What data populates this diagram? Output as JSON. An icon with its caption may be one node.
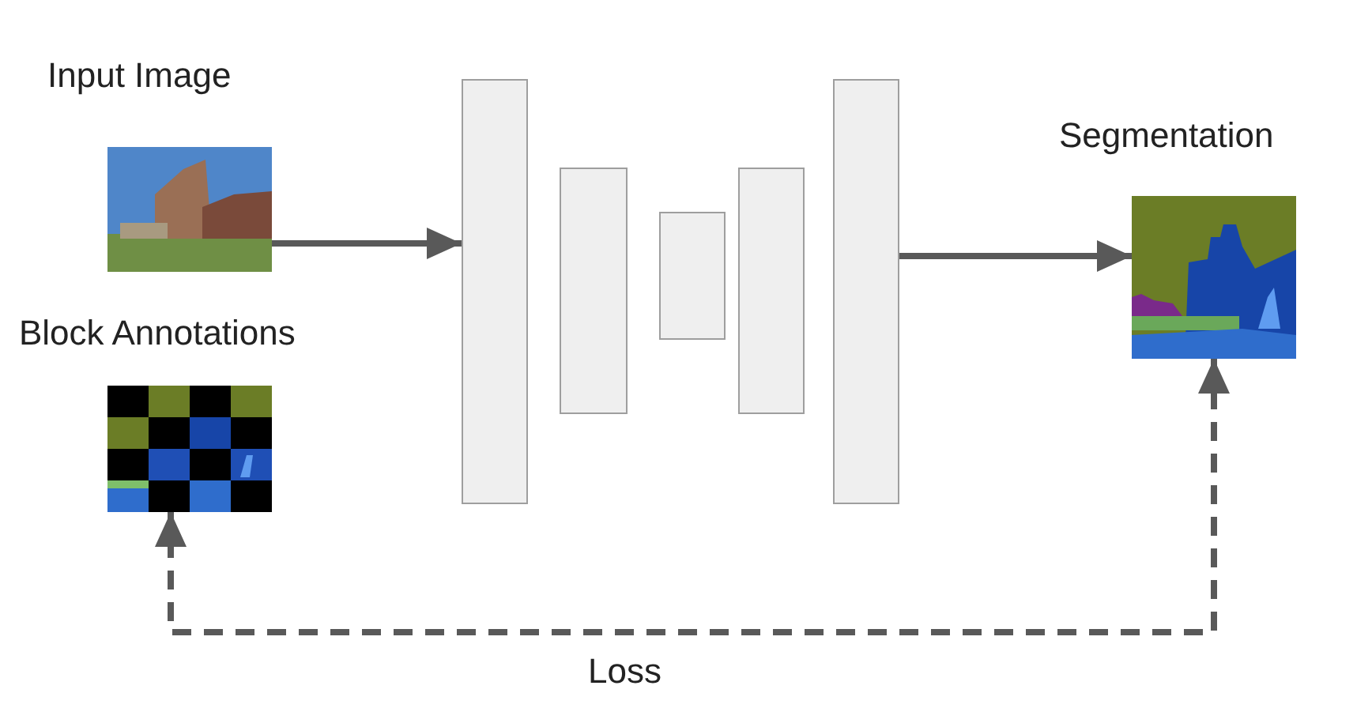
{
  "diagram": {
    "nodes": [
      {
        "text": [],
        "shape": "picture",
        "beside": [
          "Input Image"
        ]
      },
      {
        "text": [],
        "shape": "picture",
        "beside": [
          "Block Annotations"
        ]
      },
      {
        "text": [],
        "shape": "box"
      },
      {
        "text": [],
        "shape": "box"
      },
      {
        "text": [],
        "shape": "box"
      },
      {
        "text": [],
        "shape": "box"
      },
      {
        "text": [],
        "shape": "box"
      },
      {
        "text": [],
        "shape": "picture",
        "beside": [
          "Segmentation"
        ]
      }
    ],
    "edges": [
      {
        "from": 0,
        "to": 2,
        "arrow": "to"
      },
      {
        "from": 6,
        "to": 7,
        "arrow": "to"
      },
      {
        "from": 7,
        "to": 1,
        "arrow": "both",
        "label": "Loss",
        "style": "dashed"
      }
    ]
  }
}
